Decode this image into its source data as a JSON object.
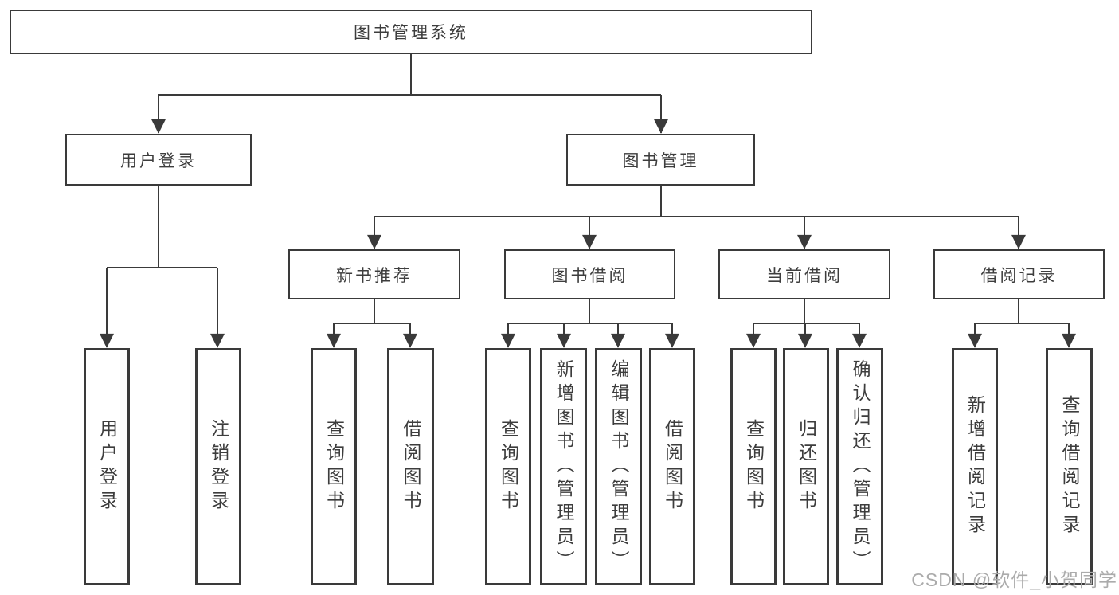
{
  "tree": {
    "root": "图书管理系统",
    "l2": [
      "用户登录",
      "图书管理"
    ],
    "l3": [
      "新书推荐",
      "图书借阅",
      "当前借阅",
      "借阅记录"
    ],
    "leaves": {
      "g1": [
        "用户登录",
        "注销登录"
      ],
      "g2": [
        "查询图书",
        "借阅图书"
      ],
      "g3": [
        "查询图书",
        "新增图书（管理员）",
        "编辑图书（管理员）",
        "借阅图书"
      ],
      "g4": [
        "查询图书",
        "归还图书",
        "确认归还（管理员）"
      ],
      "g5": [
        "新增借阅记录",
        "查询借阅记录"
      ]
    }
  },
  "watermark": "CSDN @软件_小贺同学",
  "colors": {
    "line": "#3a3a3a",
    "text": "#3d3d3d",
    "watermark": "#ababab",
    "background": "#ffffff"
  }
}
